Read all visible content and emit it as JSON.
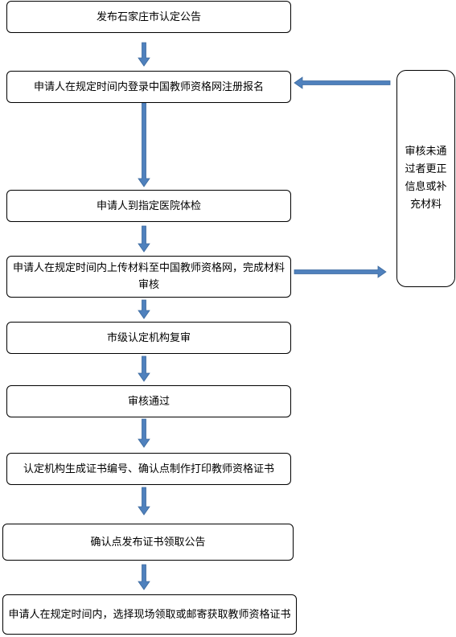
{
  "flowchart": {
    "steps": [
      {
        "id": "s1",
        "text": "发布石家庄市认定公告"
      },
      {
        "id": "s2",
        "text": "申请人在规定时间内登录中国教师资格网注册报名"
      },
      {
        "id": "s3",
        "text": "申请人到指定医院体检"
      },
      {
        "id": "s4",
        "text": "申请人在规定时间内上传材料至中国教师资格网，完成材料审核"
      },
      {
        "id": "s5",
        "text": "市级认定机构复审"
      },
      {
        "id": "s6",
        "text": "审核通过"
      },
      {
        "id": "s7",
        "text": "认定机构生成证书编号、确认点制作打印教师资格证书"
      },
      {
        "id": "s8",
        "text": "确认点发布证书领取公告"
      },
      {
        "id": "s9",
        "text": "申请人在规定时间内，选择现场领取或邮寄获取教师资格证书"
      }
    ],
    "side_note": {
      "id": "side",
      "text": "审核未通过者更正信息或补充材料"
    },
    "connections": [
      {
        "from": "s1",
        "to": "s2"
      },
      {
        "from": "s2",
        "to": "s3"
      },
      {
        "from": "s3",
        "to": "s4"
      },
      {
        "from": "s4",
        "to": "s5"
      },
      {
        "from": "s5",
        "to": "s6"
      },
      {
        "from": "s6",
        "to": "s7"
      },
      {
        "from": "s7",
        "to": "s8"
      },
      {
        "from": "s8",
        "to": "s9"
      },
      {
        "from": "s4",
        "to": "side"
      },
      {
        "from": "side",
        "to": "s2"
      }
    ]
  },
  "colors": {
    "arrow_fill": "#4f81bd",
    "arrow_stroke": "#3c6a9e",
    "box_border": "#000000"
  }
}
